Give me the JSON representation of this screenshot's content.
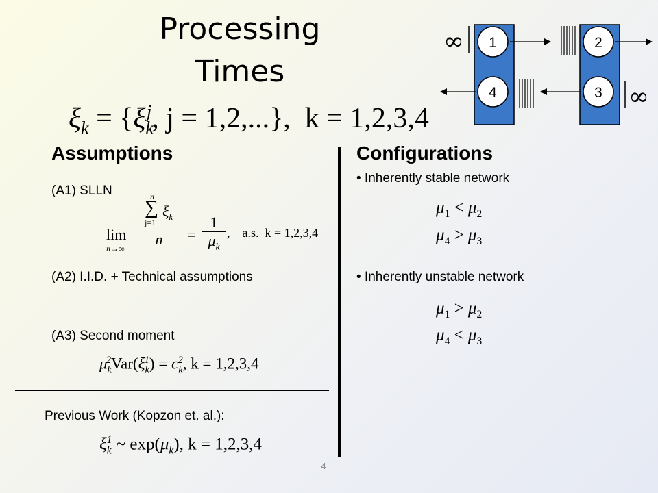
{
  "title_line1": "Processing",
  "title_line2": "Times",
  "definition": {
    "xi": "ξ",
    "k": "k",
    "j": "j",
    "set_open": " = {",
    "comma": ",",
    "j_eq": " j = 1,2,...},",
    "k_eq": "k = 1,2,3,4"
  },
  "network": {
    "nodes": [
      "1",
      "2",
      "3",
      "4"
    ],
    "infinity_symbol": "∞",
    "colors": {
      "station_fill": "#3b78c7",
      "node_fill": "#ffffff",
      "line": "#000000"
    }
  },
  "assumptions": {
    "heading": "Assumptions",
    "a1_label": "(A1)  SLLN",
    "a1_formula": {
      "lim": "lim",
      "lim_sub": "n→∞",
      "sum": "∑",
      "sum_top": "n",
      "sum_bottom": "j=1",
      "numerator_var": "ξ",
      "den": "n",
      "eq": "=",
      "one": "1",
      "mu": "μ",
      "k": "k",
      "as": "a.s.",
      "k_eq": "k = 1,2,3,4"
    },
    "a2_label": "(A2)  I.I.D. + Technical assumptions",
    "a3_label": "(A3)  Second moment",
    "a3_formula": {
      "mu": "μ",
      "k": "k",
      "var": "Var(",
      "xi": "ξ",
      "close": ") = ",
      "c": "c",
      "two": "2",
      "one": "1",
      "tail": ",  k = 1,2,3,4"
    }
  },
  "previous_work": {
    "label": "Previous Work (Kopzon et. al.):",
    "formula": {
      "xi": "ξ",
      "k": "k",
      "one": "1",
      "tilde": " ~ exp(",
      "mu": "μ",
      "tail": "),  k = 1,2,3,4"
    }
  },
  "configurations": {
    "heading": "Configurations",
    "stable_label": "• Inherently stable network",
    "stable_ineq": [
      {
        "a": "μ",
        "as": "1",
        "op": "<",
        "b": "μ",
        "bs": "2"
      },
      {
        "a": "μ",
        "as": "4",
        "op": ">",
        "b": "μ",
        "bs": "3"
      }
    ],
    "unstable_label": "• Inherently unstable network",
    "unstable_ineq": [
      {
        "a": "μ",
        "as": "1",
        "op": ">",
        "b": "μ",
        "bs": "2"
      },
      {
        "a": "μ",
        "as": "4",
        "op": "<",
        "b": "μ",
        "bs": "3"
      }
    ]
  },
  "page_number": "4"
}
